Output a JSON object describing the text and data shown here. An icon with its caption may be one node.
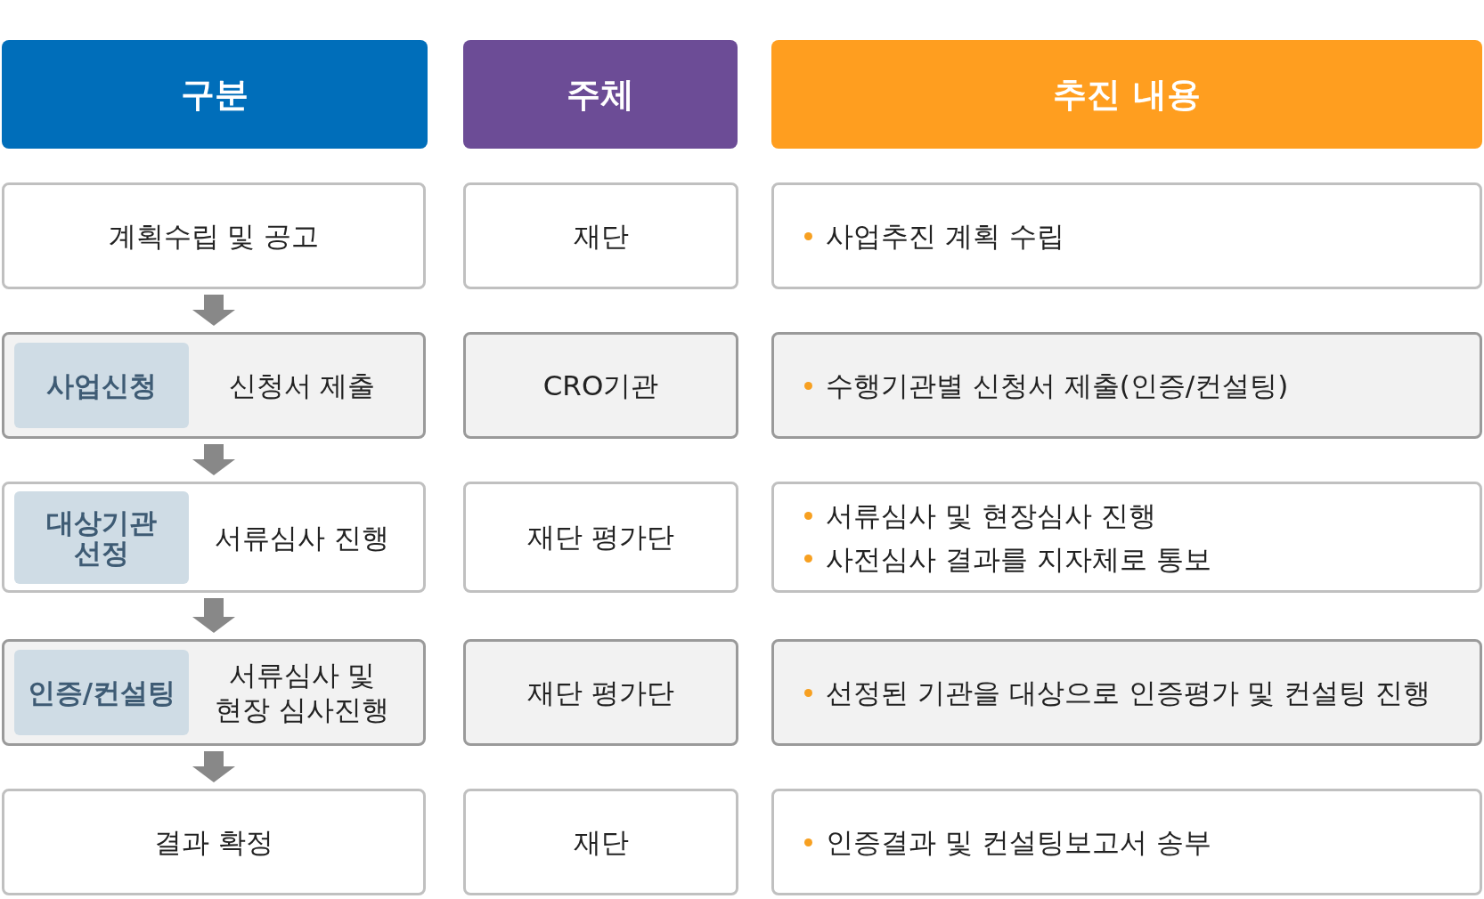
{
  "diagram": {
    "nodes": [
      {
        "text": [
          "구분"
        ]
      },
      {
        "text": [
          "주체"
        ]
      },
      {
        "text": [
          "추진 내용"
        ]
      },
      {
        "text": [
          "계획수립 및 공고"
        ]
      },
      {
        "text": [
          "재단"
        ]
      },
      {
        "text": [
          "사업추진 계획 수립"
        ]
      },
      {
        "text": [
          "신청서 제출"
        ]
      },
      {
        "text": [
          "사업신청"
        ],
        "in": 6
      },
      {
        "text": [
          "CRO기관"
        ]
      },
      {
        "text": [
          "수행기관별 신청서 제출(인증/컨설팅)"
        ]
      },
      {
        "text": [
          "서류심사 진행"
        ]
      },
      {
        "text": [
          "대상기관 선정"
        ],
        "in": 10
      },
      {
        "text": [
          "재단 평가단"
        ]
      },
      {
        "text": [
          "서류심사 및 현장심사 진행",
          "사전심사 결과를 지자체로 통보"
        ]
      },
      {
        "text": [
          "서류심사 및 현장 심사진행"
        ]
      },
      {
        "text": [
          "인증/컨설팅"
        ],
        "in": 14
      },
      {
        "text": [
          "재단 평가단"
        ]
      },
      {
        "text": [
          "선정된 기관을 대상으로 인증평가 및 컨설팅 진행"
        ]
      },
      {
        "text": [
          "결과 확정"
        ]
      },
      {
        "text": [
          "재단"
        ]
      },
      {
        "text": [
          "인증결과 및 컨설팅보고서 송부"
        ]
      }
    ],
    "edges": [
      {
        "from": 3,
        "to": 6,
        "arrow": "to"
      },
      {
        "from": 6,
        "to": 10,
        "arrow": "to"
      },
      {
        "from": 10,
        "to": 14,
        "arrow": "to"
      },
      {
        "from": 14,
        "to": 18,
        "arrow": "to"
      }
    ]
  }
}
